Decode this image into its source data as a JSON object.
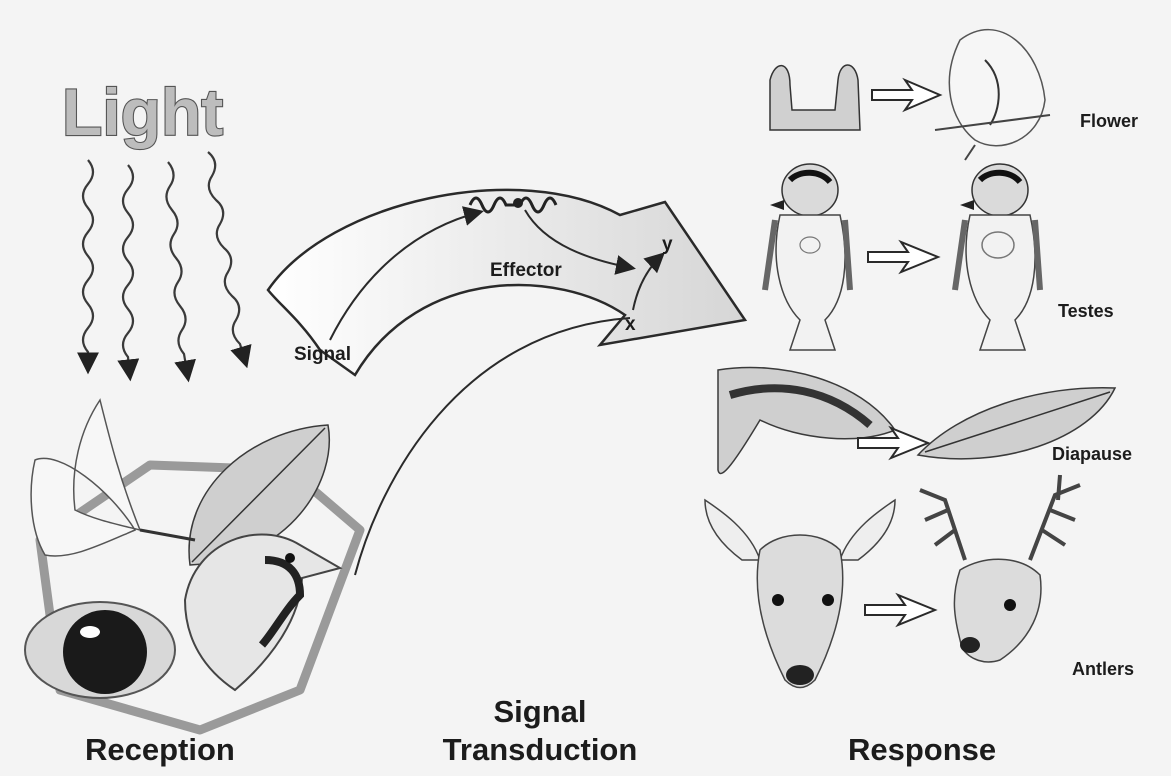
{
  "title": "Light",
  "labels": {
    "signal": "Signal",
    "effector": "Effector",
    "x": "x",
    "y": "y"
  },
  "sections": {
    "reception": "Reception",
    "transduction_line1": "Signal",
    "transduction_line2": "Transduction",
    "response": "Response"
  },
  "responses": [
    "Flower",
    "Testes",
    "Diapause",
    "Antlers"
  ]
}
